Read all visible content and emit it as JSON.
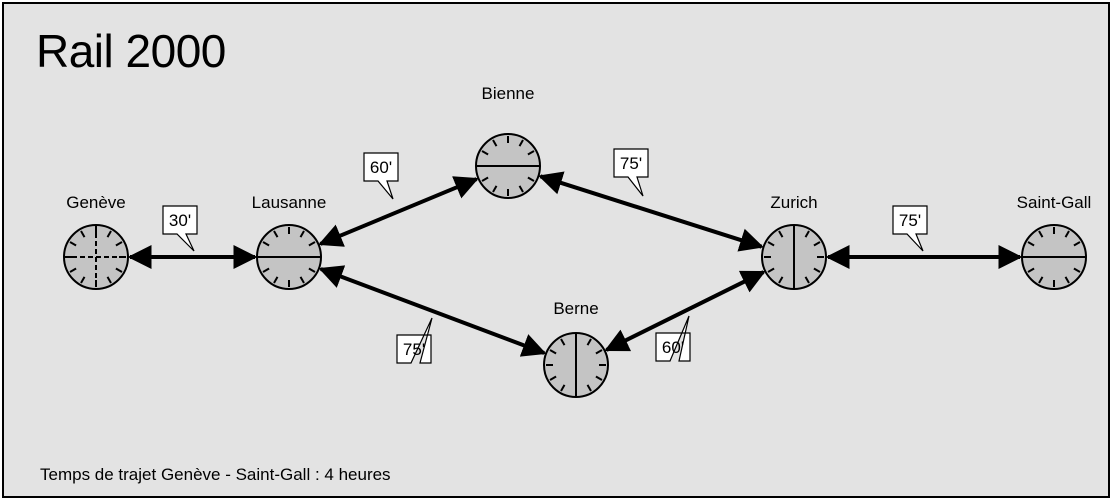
{
  "title": "Rail 2000",
  "footer": "Temps de trajet Genève - Saint-Gall : 4 heures",
  "stations": [
    {
      "id": "geneve",
      "name": "Genève",
      "divider": "cross"
    },
    {
      "id": "lausanne",
      "name": "Lausanne",
      "divider": "horizontal"
    },
    {
      "id": "bienne",
      "name": "Bienne",
      "divider": "horizontal"
    },
    {
      "id": "berne",
      "name": "Berne",
      "divider": "vertical"
    },
    {
      "id": "zurich",
      "name": "Zurich",
      "divider": "vertical"
    },
    {
      "id": "saint-gall",
      "name": "Saint-Gall",
      "divider": "horizontal"
    }
  ],
  "connections": [
    {
      "from": "geneve",
      "to": "lausanne",
      "time": "30'"
    },
    {
      "from": "lausanne",
      "to": "bienne",
      "time": "60'"
    },
    {
      "from": "bienne",
      "to": "zurich",
      "time": "75'"
    },
    {
      "from": "lausanne",
      "to": "berne",
      "time": "75'"
    },
    {
      "from": "berne",
      "to": "zurich",
      "time": "60'"
    },
    {
      "from": "zurich",
      "to": "saint-gall",
      "time": "75'"
    }
  ],
  "colors": {
    "background": "#e3e3e3",
    "clock_fill": "#c4c4c4",
    "line": "#000000"
  }
}
